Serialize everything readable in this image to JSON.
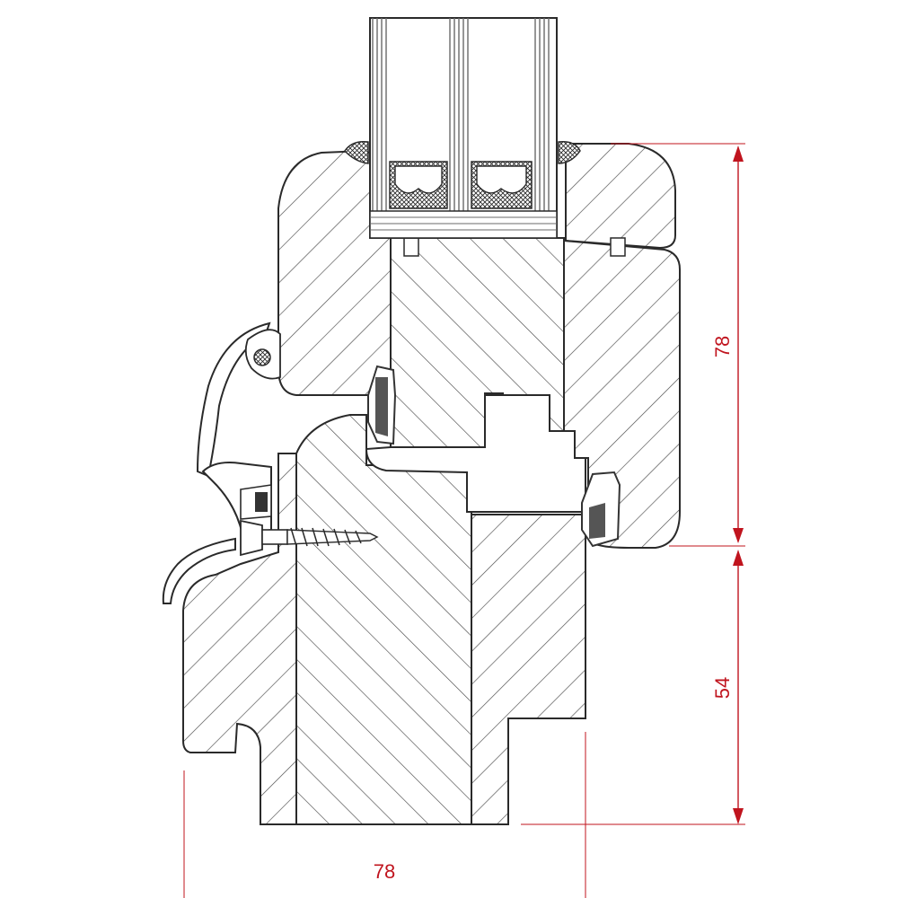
{
  "dimensions": {
    "sash_height": "78",
    "frame_height": "54",
    "frame_width": "78"
  },
  "colors": {
    "outline": "#2a2a2a",
    "hatch": "#4a4a4a",
    "dimension": "#c0141e",
    "glass": "#6a6a6a",
    "gasket": "#333333"
  }
}
